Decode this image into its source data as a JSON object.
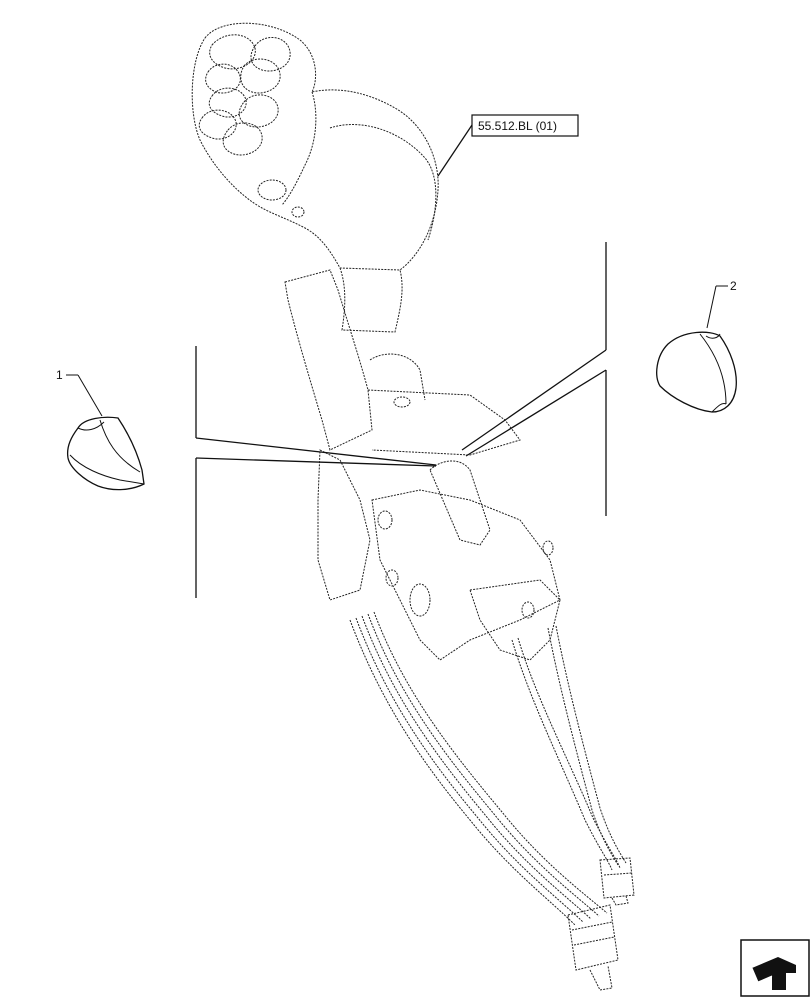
{
  "callouts": {
    "ref_box": "55.512.BL (01)",
    "item_1": "1",
    "item_2": "2"
  },
  "icons": {
    "nav": "arrow-page-icon"
  }
}
